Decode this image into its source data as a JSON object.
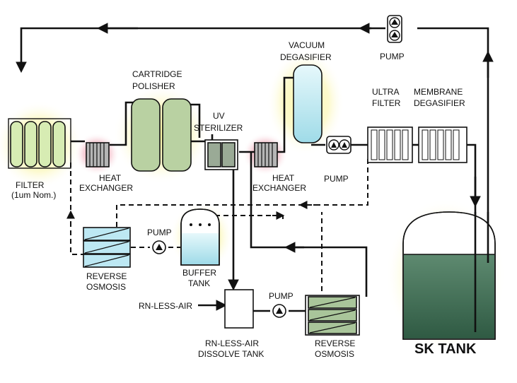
{
  "labels": {
    "pump_top": "PUMP",
    "vacuum_degasifier": [
      "VACUUM",
      "DEGASIFIER"
    ],
    "cartridge_polisher": [
      "CARTRIDGE",
      "POLISHER"
    ],
    "ultra_filter": [
      "ULTRA",
      "FILTER"
    ],
    "membrane_degasifier": [
      "MEMBRANE",
      "DEGASIFIER"
    ],
    "uv_sterilizer": [
      "UV",
      "STERILIZER"
    ],
    "filter": [
      "FILTER",
      "(1um Nom.)"
    ],
    "heat_exchanger_left": [
      "HEAT",
      "EXCHANGER"
    ],
    "heat_exchanger_right": [
      "HEAT",
      "EXCHANGER"
    ],
    "pump_mid": "PUMP",
    "pump_ro": "PUMP",
    "reverse_osmosis_left": [
      "REVERSE",
      "OSMOSIS"
    ],
    "buffer_tank": [
      "BUFFER",
      "TANK"
    ],
    "rn_less_air_input": "RN-LESS-AIR",
    "pump_dissolve": "PUMP",
    "dissolve_tank": [
      "RN-LESS-AIR",
      "DISSOLVE TANK"
    ],
    "reverse_osmosis_right": [
      "REVERSE",
      "OSMOSIS"
    ],
    "sk_tank": "SK TANK"
  },
  "colors": {
    "pipe": "#111111",
    "filter_fill": "#d7ecb3",
    "polisher_fill": "#b9d1a2",
    "uv_fill": "#9aaa96",
    "water_fill": "#c7eef4",
    "heat_exchanger_fill": "#b5b5b5",
    "ro_fill_blue": "#bde8f3",
    "ro_fill_green": "#a9c59a",
    "sk_water": "#48705a",
    "glow_yellow": "#f7f2a0",
    "glow_red": "#e8879a"
  }
}
